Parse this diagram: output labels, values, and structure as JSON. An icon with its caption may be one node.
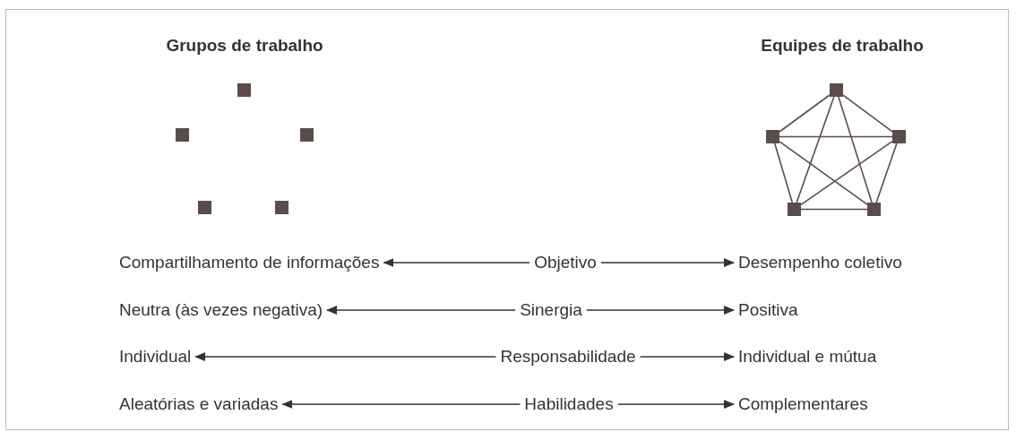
{
  "diagram": {
    "nodes": [
      {
        "text": [],
        "shape": "box"
      },
      {
        "text": [],
        "shape": "box"
      },
      {
        "text": [],
        "shape": "box"
      },
      {
        "text": [],
        "shape": "box"
      },
      {
        "text": [],
        "shape": "box"
      },
      {
        "text": [],
        "shape": "box"
      },
      {
        "text": [],
        "shape": "box"
      },
      {
        "text": [],
        "shape": "box"
      },
      {
        "text": [],
        "shape": "box"
      },
      {
        "text": [],
        "shape": "box"
      },
      {
        "text": [
          "Compartilhamento de informações"
        ]
      },
      {
        "text": [
          "Objetivo"
        ]
      },
      {
        "text": [
          "Desempenho coletivo"
        ]
      },
      {
        "text": [
          "Neutra (às vezes negativa)"
        ]
      },
      {
        "text": [
          "Sinergia"
        ]
      },
      {
        "text": [
          "Positiva"
        ]
      },
      {
        "text": [
          "Individual"
        ]
      },
      {
        "text": [
          "Responsabilidade"
        ]
      },
      {
        "text": [
          "Individual e mútua"
        ]
      },
      {
        "text": [
          "Aleatórias e variadas"
        ]
      },
      {
        "text": [
          "Habilidades"
        ]
      },
      {
        "text": [
          "Complementares"
        ]
      }
    ],
    "edges": [
      {
        "from": 5,
        "to": 6,
        "arrow": "none"
      },
      {
        "from": 5,
        "to": 7,
        "arrow": "none"
      },
      {
        "from": 5,
        "to": 8,
        "arrow": "none"
      },
      {
        "from": 5,
        "to": 9,
        "arrow": "none"
      },
      {
        "from": 6,
        "to": 7,
        "arrow": "none"
      },
      {
        "from": 6,
        "to": 8,
        "arrow": "none"
      },
      {
        "from": 6,
        "to": 9,
        "arrow": "none"
      },
      {
        "from": 7,
        "to": 8,
        "arrow": "none"
      },
      {
        "from": 7,
        "to": 9,
        "arrow": "none"
      },
      {
        "from": 8,
        "to": 9,
        "arrow": "none"
      },
      {
        "from": 11,
        "to": 10,
        "arrow": "to"
      },
      {
        "from": 11,
        "to": 12,
        "arrow": "to"
      },
      {
        "from": 14,
        "to": 13,
        "arrow": "to"
      },
      {
        "from": 14,
        "to": 15,
        "arrow": "to"
      },
      {
        "from": 17,
        "to": 16,
        "arrow": "to"
      },
      {
        "from": 17,
        "to": 18,
        "arrow": "to"
      },
      {
        "from": 20,
        "to": 19,
        "arrow": "to"
      },
      {
        "from": 20,
        "to": 21,
        "arrow": "to"
      }
    ],
    "labels": [
      "Grupos de trabalho",
      "Equipes de trabalho"
    ]
  }
}
